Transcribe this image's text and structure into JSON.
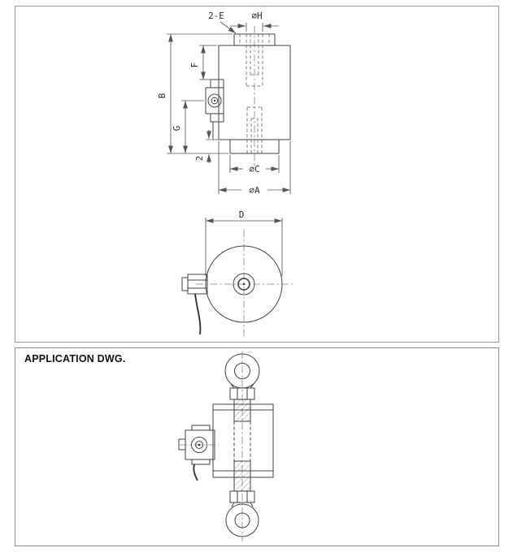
{
  "dimension_panel": {
    "labels": {
      "holes_top": "2-E",
      "dia_h": "∅H",
      "height_f": "F",
      "height_b": "B",
      "height_g": "G",
      "flange_thickness": "2",
      "dia_c": "∅C",
      "dia_a": "∅A",
      "dia_d": "D"
    }
  },
  "application_panel": {
    "title": "APPLICATION DWG."
  },
  "colors": {
    "outline": "#4a4a4a",
    "dimension": "#575757",
    "panel_border": "#9a9a9a",
    "background": "#ffffff"
  }
}
